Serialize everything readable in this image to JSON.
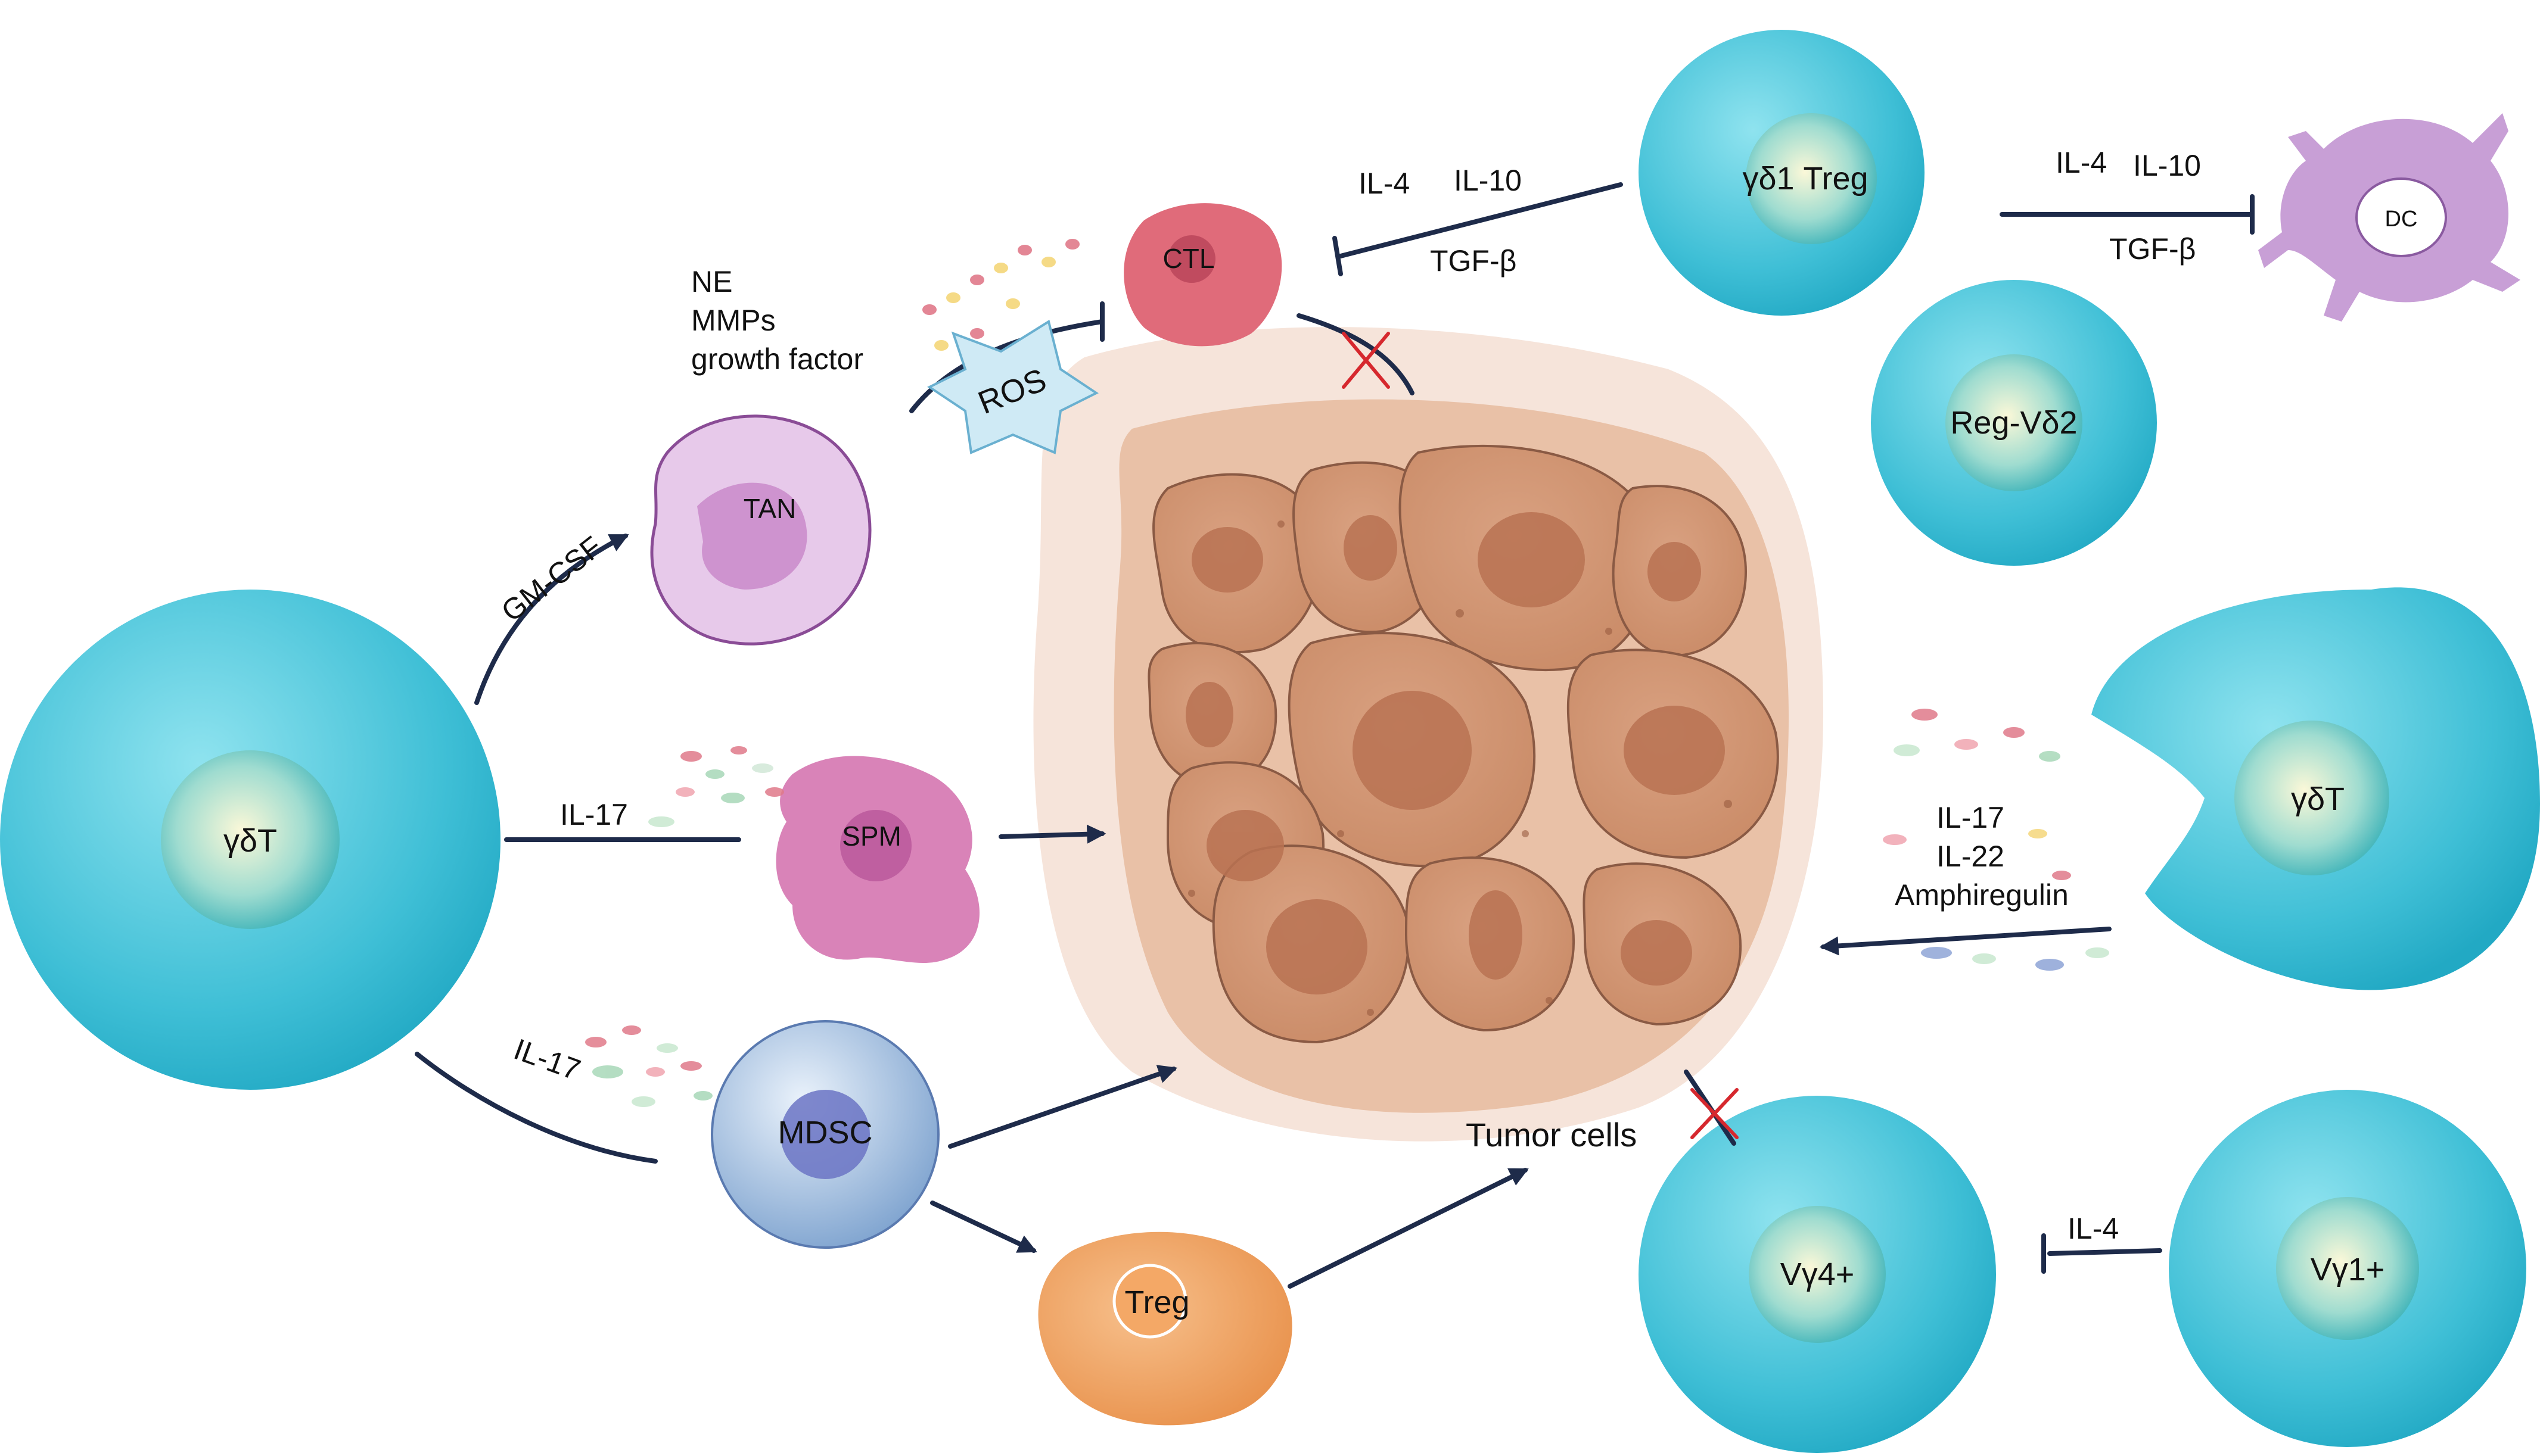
{
  "cells": {
    "gdT_left": "γδT",
    "tan": "TAN",
    "spm": "SPM",
    "mdsc": "MDSC",
    "treg": "Treg",
    "ctl": "CTL",
    "gd1_treg": "γδ1 Treg",
    "reg_vd2": "Reg-Vδ2",
    "dc": "DC",
    "gdT_right": "γδT",
    "vg4": "Vγ4+",
    "vg1": "Vγ1+",
    "tumor": "Tumor cells"
  },
  "cytokines": {
    "gm_csf": "GM-CSF",
    "il17_a": "IL-17",
    "il17_b": "IL-17",
    "ne": "NE",
    "mmps": "MMPs",
    "growth_factor": "growth factor",
    "ros": "ROS",
    "il4_top": "IL-4",
    "il10_top": "IL-10",
    "tgfb_top": "TGF-β",
    "il4_dc": "IL-4",
    "il10_dc": "IL-10",
    "tgfb_dc": "TGF-β",
    "il17_right": "IL-17",
    "il22_right": "IL-22",
    "amphiregulin": "Amphiregulin",
    "il4_bottom": "IL-4"
  }
}
